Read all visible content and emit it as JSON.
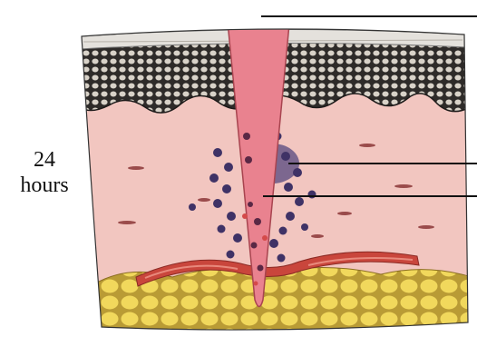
{
  "time_label": {
    "value": "24",
    "unit": "hours"
  },
  "colors": {
    "epidermis": "#2e2b29",
    "epidermis_cells": "#d8d2c8",
    "dermis": "#f2c6c0",
    "wound": "#e9828f",
    "blood_vessel": "#c9463c",
    "fat": "#f1d85c",
    "cells": "#3f3266",
    "label_lines": "#111111"
  },
  "annotation_lines": 3
}
